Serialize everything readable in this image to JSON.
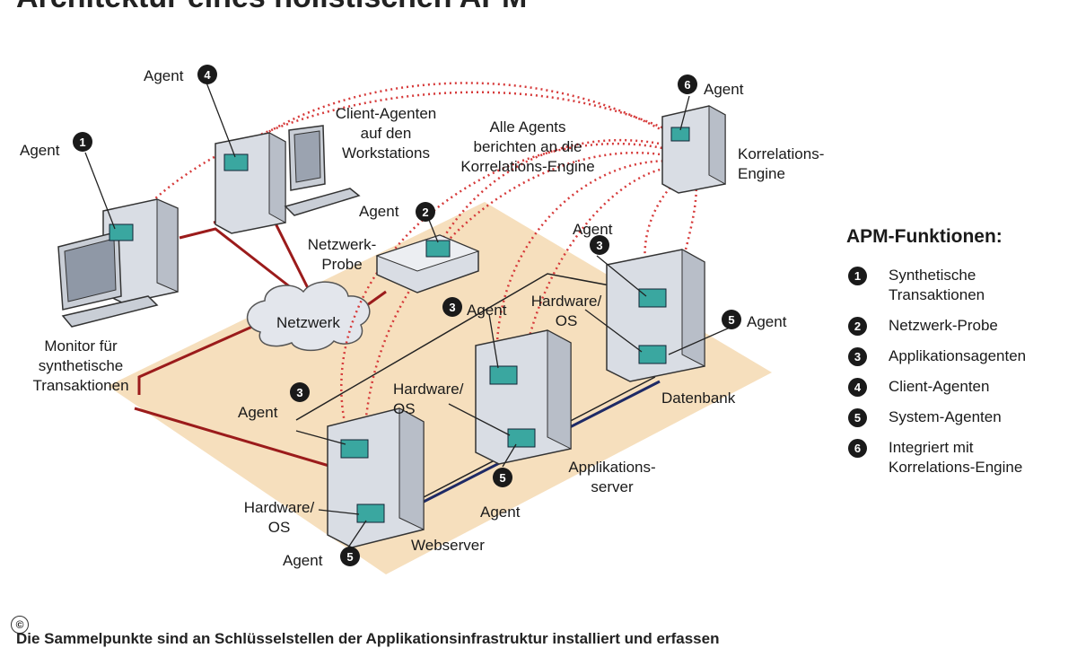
{
  "title": "Architektur eines holistischen APM",
  "labels": {
    "agent": "Agent",
    "client_agents": "Client-Agenten\nauf den\nWorkstations",
    "all_agents": "Alle Agents\nberichten an die\nKorrelations-Engine",
    "correlation_engine": "Korrelations-\nEngine",
    "network_probe": "Netzwerk-\nProbe",
    "network": "Netzwerk",
    "monitor": "Monitor für\nsynthetische\nTransaktionen",
    "hardware_os": "Hardware/\nOS",
    "database": "Datenbank",
    "app_server": "Applikations-\nserver",
    "webserver": "Webserver"
  },
  "legend": {
    "title": "APM-Funktionen:",
    "items": [
      {
        "num": "1",
        "text": "Synthetische\nTransaktionen"
      },
      {
        "num": "2",
        "text": "Netzwerk-Probe"
      },
      {
        "num": "3",
        "text": "Applikationsagenten"
      },
      {
        "num": "4",
        "text": "Client-Agenten"
      },
      {
        "num": "5",
        "text": "System-Agenten"
      },
      {
        "num": "6",
        "text": "Integriert mit\nKorrelations-Engine"
      }
    ]
  },
  "badges": {
    "b1": "1",
    "b2": "2",
    "b3": "3",
    "b4": "4",
    "b5": "5",
    "b6": "6"
  },
  "caption": "Die Sammelpunkte sind an Schlüsselstellen der Applikationsinfrastruktur installiert und erfassen",
  "copyright": "©",
  "colors": {
    "floor": "#f6dfbd",
    "cable": "#9b1b1b",
    "dotted": "#d63a3a",
    "agent_box": "#3aa7a0",
    "server": "#d9dde4",
    "dark_line": "#1e2a66"
  }
}
